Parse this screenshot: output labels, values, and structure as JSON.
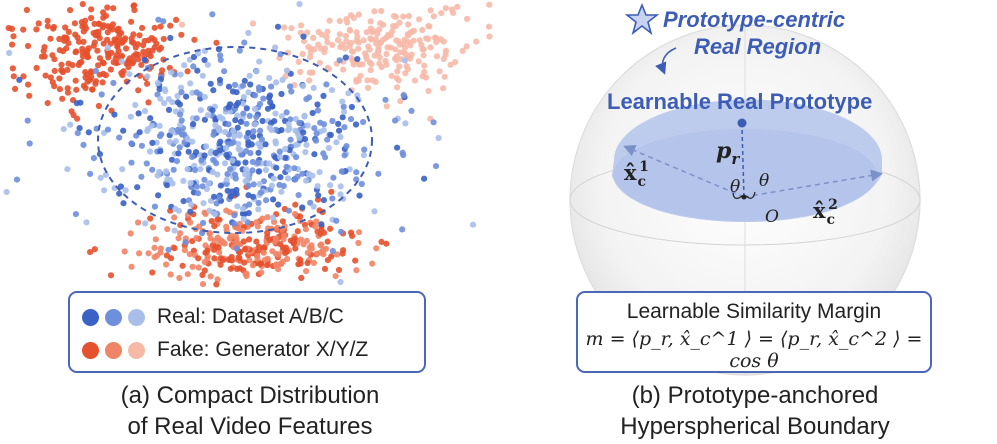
{
  "panel_a": {
    "legend": {
      "real_label": "Real: Dataset A/B/C",
      "fake_label": "Fake: Generator X/Y/Z",
      "real_colors": [
        "#3a62c4",
        "#6f8fdc",
        "#a9bfea"
      ],
      "fake_colors": [
        "#e6512e",
        "#ef8466",
        "#f6b9a8"
      ]
    },
    "caption_line1": "(a) Compact Distribution",
    "caption_line2": "of Real Video Features"
  },
  "panel_b": {
    "star_icon": "star-icon",
    "region_label_line1": "Prototype-centric",
    "region_label_line2": "Real Region",
    "prototype_label": "Learnable Real Prototype",
    "p_r_label": "p",
    "p_r_sub": "r",
    "x1_base": "x̂",
    "x1_sub": "c",
    "x1_sup": "1",
    "x2_base": "x̂",
    "x2_sub": "c",
    "x2_sup": "2",
    "theta_left": "θ",
    "theta_right": "θ",
    "origin_label": "O",
    "margin_title": "Learnable Similarity Margin",
    "margin_formula": "m = ⟨p_r, x̂_c^1 ⟩ = ⟨p_r, x̂_c^2 ⟩ = cos θ",
    "accent_color": "#3d5db5",
    "caption_line1": "(b) Prototype-anchored",
    "caption_line2": "Hyperspherical Boundary"
  }
}
